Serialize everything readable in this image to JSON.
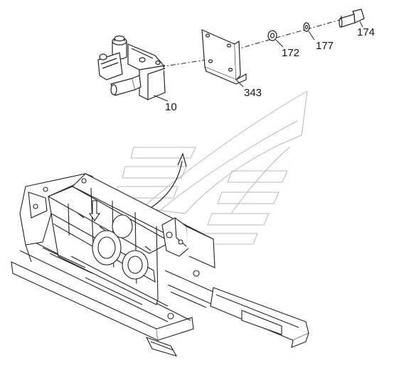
{
  "callouts": {
    "c10": "10",
    "c343": "343",
    "c172": "172",
    "c177": "177",
    "c174": "174"
  },
  "colors": {
    "line": "#222222",
    "watermark": "#b8b8b8",
    "background": "#ffffff"
  }
}
